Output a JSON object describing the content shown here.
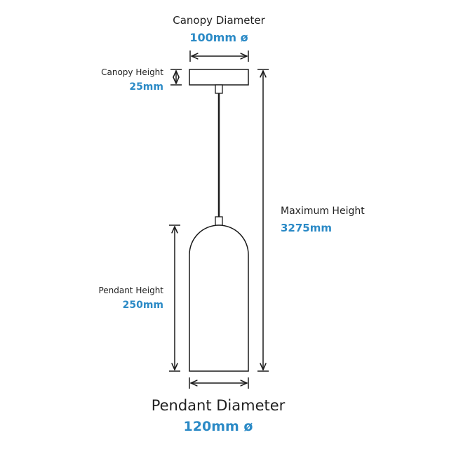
{
  "canopy_diameter": {
    "label": "Canopy Diameter",
    "value": "100mm ø"
  },
  "canopy_height": {
    "label": "Canopy Height",
    "value": "25mm"
  },
  "maximum_height": {
    "label": "Maximum Height",
    "value": "3275mm"
  },
  "pendant_height": {
    "label": "Pendant Height",
    "value": "250mm"
  },
  "pendant_diameter": {
    "label": "Pendant Diameter",
    "value": "120mm ø"
  },
  "colors": {
    "line": "#1a1a1a",
    "value": "#2b8ac6",
    "text": "#1f1f1f"
  }
}
